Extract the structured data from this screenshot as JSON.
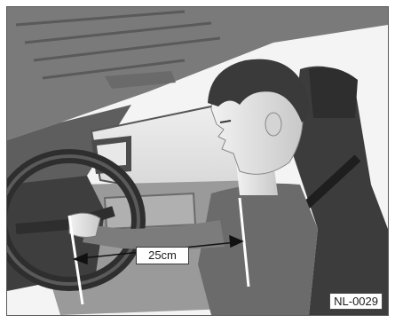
{
  "illustration": {
    "subject": "driver-seating-position",
    "distance_label": "25cm",
    "figure_code": "NL-0029",
    "colors": {
      "background": "#f4f4f4",
      "interior_dark": "#4a4a4a",
      "interior_mid": "#8a8a8a",
      "skin": "#e2e2e2",
      "hair": "#3a3a3a",
      "shirt": "#6b6b6b",
      "marker_line": "#ffffff"
    }
  }
}
